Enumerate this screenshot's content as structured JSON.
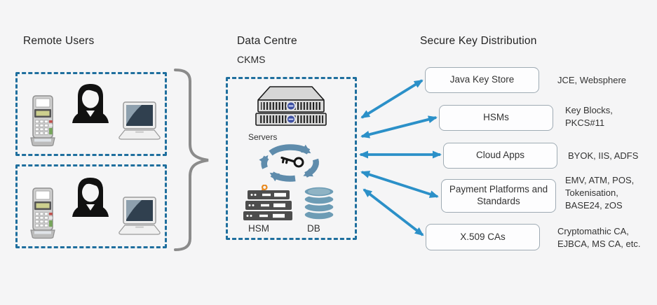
{
  "colors": {
    "background": "#f5f5f6",
    "dashed_border": "#1f6f9e",
    "arrow_blue": "#2b90c8",
    "brace_gray": "#8b8b8b",
    "target_box_border": "#9fabb4",
    "steel_blue": "#5f8cac",
    "db_blue": "#6d9cb5",
    "hsm_dark": "#4d4d4d",
    "key_orange": "#e8891f"
  },
  "icons": {
    "remote_group": [
      "pos-terminal-icon",
      "female-user-icon",
      "laptop-icon"
    ],
    "data_centre": [
      "server-rack-icon",
      "key-rotation-icon",
      "hsm-appliance-icon",
      "database-icon"
    ],
    "connectors": [
      "curly-brace",
      "double-headed-arrow"
    ]
  },
  "sections": {
    "remote_users": {
      "title": "Remote Users"
    },
    "data_centre": {
      "title": "Data Centre",
      "subtitle": "CKMS",
      "servers_label": "Servers",
      "hsm_label": "HSM",
      "db_label": "DB"
    },
    "distribution": {
      "title": "Secure Key Distribution",
      "targets": [
        {
          "label": "Java Key Store",
          "annotation": "JCE, Websphere"
        },
        {
          "label": "HSMs",
          "annotation": "Key Blocks,\nPKCS#11"
        },
        {
          "label": "Cloud Apps",
          "annotation": "BYOK, IIS, ADFS"
        },
        {
          "label": "Payment Platforms and Standards",
          "annotation": "EMV, ATM, POS,\nTokenisation,\nBASE24, zOS"
        },
        {
          "label": "X.509 CAs",
          "annotation": "Cryptomathic CA,\nEJBCA, MS CA, etc."
        }
      ]
    }
  }
}
